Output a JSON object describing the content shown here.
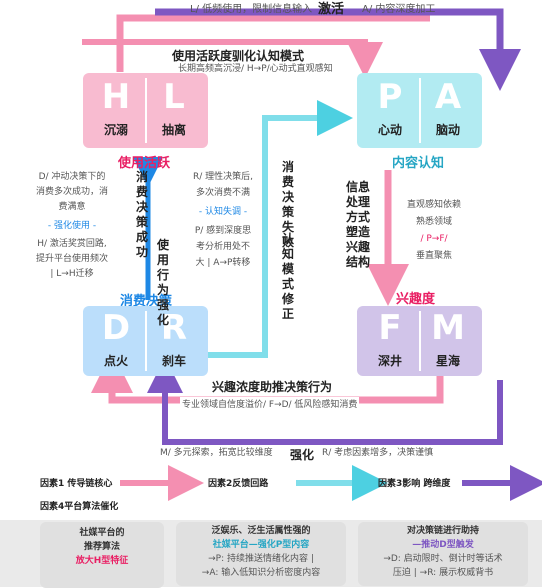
{
  "top": {
    "activate": "激活",
    "left_note": "L/ 低频使用，限制信息输入",
    "right_note": "A/ 内容深度加工",
    "train_title": "使用活跃度驯化认知模式",
    "train_sub": "长期高频高沉浸/ H→P/心动式直观感知"
  },
  "quadrants": {
    "usage": {
      "title": "使用活跃",
      "H": {
        "letter": "H",
        "label": "沉溺"
      },
      "L": {
        "letter": "L",
        "label": "抽离"
      }
    },
    "content": {
      "title": "内容认知",
      "P": {
        "letter": "P",
        "label": "心动"
      },
      "A": {
        "letter": "A",
        "label": "脑动"
      }
    },
    "decision": {
      "title": "消费决策",
      "D": {
        "letter": "D",
        "label": "点火"
      },
      "R": {
        "letter": "R",
        "label": "刹车"
      }
    },
    "interest": {
      "title": "兴趣度",
      "F": {
        "letter": "F",
        "label": "深井"
      },
      "M": {
        "letter": "M",
        "label": "星海"
      }
    }
  },
  "left_notes": {
    "d_note_1": "D/ 冲动决策下的",
    "d_note_2": "消费多次成功，消",
    "d_note_3": "费满意",
    "strengthen": "- 强化使用 -",
    "h_note_1": "H/ 激活奖赏回路,",
    "h_note_2": "提升平台使用频次",
    "h_note_3": "| L→H迁移"
  },
  "vertical_texts": {
    "decision_success": "消费决策成功",
    "use_behavior": "使用行为强化",
    "decision_fail": "消费决策失败",
    "cognition_fix": "认知模式修正",
    "info_processing": "信息处理方式塑造兴趣结构"
  },
  "mid_notes": {
    "r_note_1": "R/ 理性决策后,",
    "r_note_2": "多次消费不满",
    "cog_misjudge": "- 认知失调 -",
    "p_note_1": "P/ 感到深度思",
    "p_note_2": "考分析用处不",
    "p_note_3": "大 | A→P转移"
  },
  "right_notes": {
    "line1": "直观感知依赖",
    "line2": "熟悉领域",
    "line3": "/ P→F/",
    "line4": "垂直聚焦"
  },
  "middle": {
    "title": "兴趣浓度助推决策行为",
    "sub": "专业领域自信度溢价/ F→D/ 低风险感知消费"
  },
  "bottom_line": {
    "left": "M/ 多元探索，拓宽比较维度",
    "center": "强化",
    "right": "R/ 考虑因素增多，决策谨慎"
  },
  "factors": {
    "f1": "因素1 传导链核心",
    "f2": "因素2反馈回路",
    "f3": "因素3影响 跨维度",
    "f4": "因素4平台算法催化"
  },
  "cards": {
    "c1_1": "社媒平台的",
    "c1_2": "推荐算法",
    "c1_3": "放大H型特征",
    "c2_1": "泛娱乐、泛生活属性强的",
    "c2_2": "社媒平台—强化P型内容",
    "c2_3": "→P: 持续推送情绪化内容 |",
    "c2_4": "→A: 输入低知识分析密度内容",
    "c3_1": "对决策链进行助持",
    "c3_2": "—推动D型触发",
    "c3_3": "→D: 启动限时、倒计时等话术",
    "c3_4": "压迫 | →R: 展示权威背书"
  },
  "colors": {
    "pink": "#f48fb1",
    "cyan": "#80deea",
    "purple": "#9575cd",
    "blue": "#64b5f6"
  }
}
